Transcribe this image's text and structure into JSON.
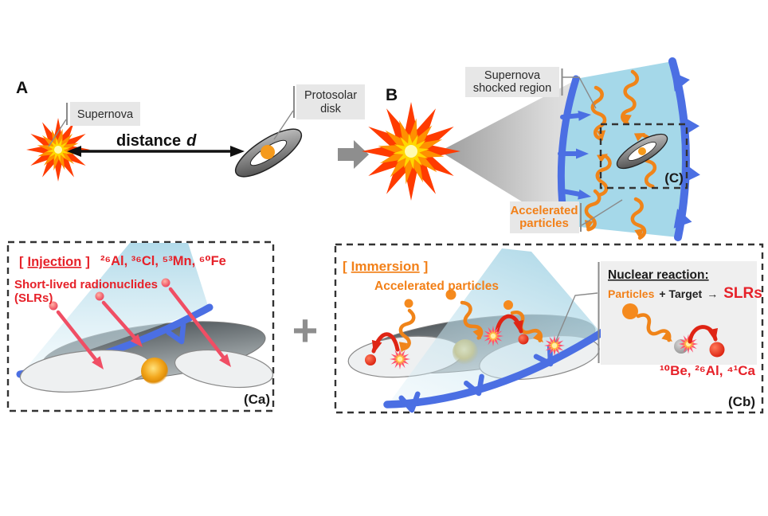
{
  "figure": {
    "panel_a": {
      "label": "A",
      "supernova_label": "Supernova",
      "distance_word": "distance",
      "distance_symbol": "d",
      "disk_label_line1": "Protosolar",
      "disk_label_line2": "disk"
    },
    "panel_b": {
      "label": "B",
      "shock_label_line1": "Supernova",
      "shock_label_line2": "shocked region",
      "particles_label_line1": "Accelerated",
      "particles_label_line2": "particles",
      "inset_tag": "(C)"
    },
    "panel_ca": {
      "bracket_open": "[",
      "title": "Injection",
      "bracket_close": "]",
      "isotopes": "²⁶Al, ³⁶Cl, ⁵³Mn, ⁶⁰Fe",
      "subtitle_line1": "Short-lived radionuclides",
      "subtitle_line2": "(SLRs)",
      "tag": "(Ca)"
    },
    "combine_symbol": "+",
    "panel_cb": {
      "bracket_open": "[",
      "title": "Immersion",
      "bracket_close": "]",
      "particles_label": "Accelerated particles",
      "reaction_title": "Nuclear reaction:",
      "reaction_particles": "Particles",
      "reaction_plus_target": "+ Target",
      "reaction_arrow": "→",
      "reaction_product": "SLRs",
      "isotopes": "¹⁰Be, ²⁶Al, ⁴¹Ca",
      "tag": "(Cb)"
    },
    "colors": {
      "red": "#e62129",
      "orange": "#f08419",
      "blue": "#4b6fe3",
      "shock_fill": "#a5d8e9",
      "label_box": "#e7e7e7",
      "gray_arrow": "#8e8e8e"
    }
  }
}
